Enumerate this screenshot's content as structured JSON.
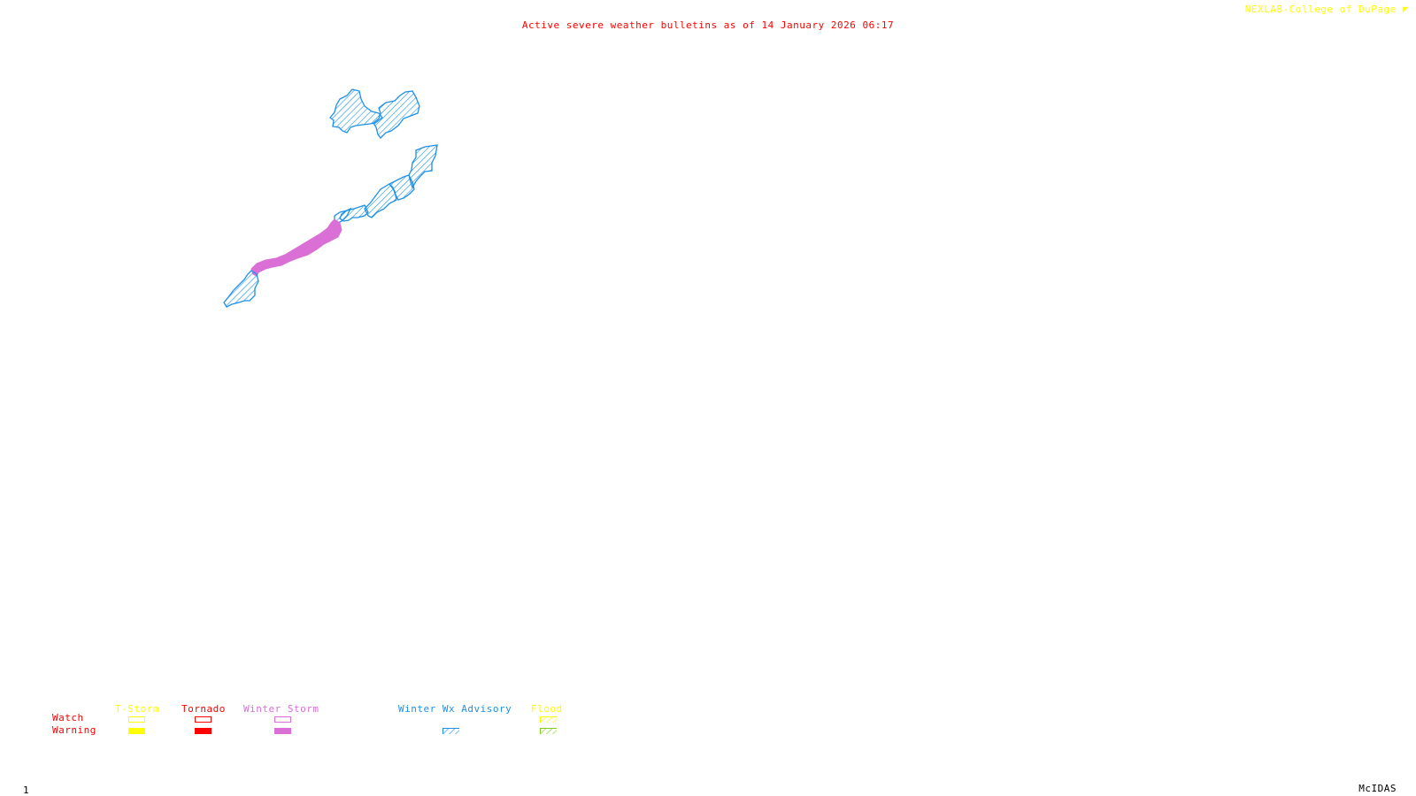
{
  "title": "Active severe weather bulletins as of 14 January 2026 06:17",
  "credit": "NEXLAB-College of DuPage",
  "credit_icon": "nexlab-logo-icon",
  "frame_number": "1",
  "software_label": "McIDAS",
  "colors": {
    "title": "#ff0000",
    "credit": "#ffff00",
    "tstorm": "#ffff00",
    "tornado": "#ff0000",
    "winter_storm": "#da70d6",
    "winter_wx_advisory": "#1e90e8",
    "flood_watch": "#ffff00",
    "flood_warning": "#7fcc1a"
  },
  "legend": {
    "row_labels": {
      "watch": "Watch",
      "warning": "Warning"
    },
    "categories": [
      {
        "key": "tstorm",
        "label": "T-Storm",
        "watch": "outline",
        "warning": "filled"
      },
      {
        "key": "tornado",
        "label": "Tornado",
        "watch": "outline",
        "warning": "filled"
      },
      {
        "key": "winter_storm",
        "label": "Winter Storm",
        "watch": "outline",
        "warning": "filled"
      },
      {
        "key": "winter_wx_advisory",
        "label": "Winter Wx Advisory",
        "watch": null,
        "warning": "hatched"
      },
      {
        "key": "flood",
        "label": "Flood",
        "watch": "hatched",
        "warning": "hatched"
      }
    ]
  },
  "active_areas": [
    {
      "type": "Winter Wx Advisory",
      "region": "northern pair of zones"
    },
    {
      "type": "Winter Wx Advisory",
      "region": "northeast chain of zones"
    },
    {
      "type": "Winter Storm Warning",
      "region": "central band"
    },
    {
      "type": "Winter Wx Advisory",
      "region": "southwest zone"
    }
  ]
}
